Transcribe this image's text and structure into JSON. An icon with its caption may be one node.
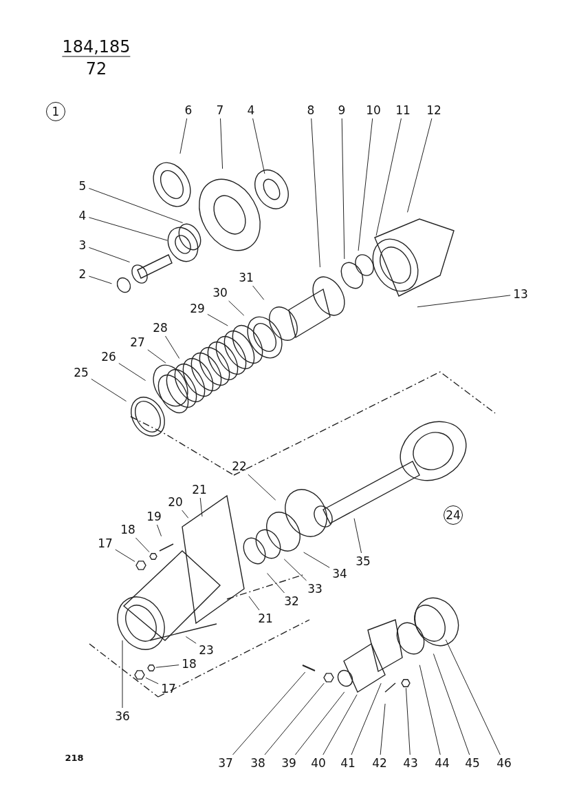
{
  "diagram": {
    "nodes": [
      {
        "text": [
          "1"
        ]
      },
      {
        "text": [
          "6"
        ]
      },
      {
        "text": [
          "7"
        ]
      },
      {
        "text": [
          "4"
        ]
      },
      {
        "text": [
          "8"
        ]
      },
      {
        "text": [
          "9"
        ]
      },
      {
        "text": [
          "10"
        ]
      },
      {
        "text": [
          "11"
        ]
      },
      {
        "text": [
          "12"
        ]
      },
      {
        "text": [
          "5"
        ]
      },
      {
        "text": [
          "4"
        ]
      },
      {
        "text": [
          "3"
        ]
      },
      {
        "text": [
          "2"
        ]
      },
      {
        "text": [
          "13"
        ]
      },
      {
        "text": [
          "31"
        ]
      },
      {
        "text": [
          "30"
        ]
      },
      {
        "text": [
          "29"
        ]
      },
      {
        "text": [
          "28"
        ]
      },
      {
        "text": [
          "27"
        ]
      },
      {
        "text": [
          "26"
        ]
      },
      {
        "text": [
          "25"
        ]
      },
      {
        "text": [
          "22"
        ]
      },
      {
        "text": [
          "21"
        ]
      },
      {
        "text": [
          "20"
        ]
      },
      {
        "text": [
          "19"
        ]
      },
      {
        "text": [
          "18"
        ]
      },
      {
        "text": [
          "17"
        ]
      },
      {
        "text": [
          "24"
        ]
      },
      {
        "text": [
          "35"
        ]
      },
      {
        "text": [
          "34"
        ]
      },
      {
        "text": [
          "33"
        ]
      },
      {
        "text": [
          "32"
        ]
      },
      {
        "text": [
          "21"
        ]
      },
      {
        "text": [
          "23"
        ]
      },
      {
        "text": [
          "18"
        ]
      },
      {
        "text": [
          "17"
        ]
      },
      {
        "text": [
          "36"
        ]
      },
      {
        "text": [
          "37"
        ]
      },
      {
        "text": [
          "38"
        ]
      },
      {
        "text": [
          "39"
        ]
      },
      {
        "text": [
          "40"
        ]
      },
      {
        "text": [
          "41"
        ]
      },
      {
        "text": [
          "42"
        ]
      },
      {
        "text": [
          "43"
        ]
      },
      {
        "text": [
          "44"
        ]
      },
      {
        "text": [
          "45"
        ]
      },
      {
        "text": [
          "46"
        ]
      },
      {
        "text": [],
        "shape": "hexagon"
      },
      {
        "text": [],
        "shape": "hexagon"
      },
      {
        "text": [],
        "shape": "hexagon"
      },
      {
        "text": [],
        "shape": "hexagon"
      },
      {
        "text": [],
        "shape": "bar"
      },
      {
        "text": [],
        "shape": "hexagon"
      },
      {
        "text": [],
        "shape": "hexagon"
      }
    ],
    "edges": [
      {
        "from": 1,
        "to": null,
        "arrow": "none"
      },
      {
        "from": 2,
        "to": null,
        "arrow": "none"
      },
      {
        "from": 3,
        "to": null,
        "arrow": "none"
      },
      {
        "from": 4,
        "to": null,
        "arrow": "none"
      },
      {
        "from": 5,
        "to": null,
        "arrow": "none"
      },
      {
        "from": 6,
        "to": null,
        "arrow": "none"
      },
      {
        "from": 7,
        "to": null,
        "arrow": "none"
      },
      {
        "from": 8,
        "to": null,
        "arrow": "none"
      },
      {
        "from": 9,
        "to": null,
        "arrow": "none"
      },
      {
        "from": 10,
        "to": null,
        "arrow": "none"
      },
      {
        "from": 11,
        "to": null,
        "arrow": "none"
      },
      {
        "from": 12,
        "to": null,
        "arrow": "none"
      },
      {
        "from": 13,
        "to": null,
        "arrow": "none"
      },
      {
        "from": 14,
        "to": null,
        "arrow": "none"
      },
      {
        "from": 15,
        "to": null,
        "arrow": "none"
      },
      {
        "from": 16,
        "to": null,
        "arrow": "none"
      },
      {
        "from": 17,
        "to": null,
        "arrow": "none"
      },
      {
        "from": 18,
        "to": null,
        "arrow": "none"
      },
      {
        "from": 19,
        "to": null,
        "arrow": "none"
      },
      {
        "from": 20,
        "to": null,
        "arrow": "none"
      },
      {
        "from": 21,
        "to": null,
        "arrow": "none"
      },
      {
        "from": 22,
        "to": null,
        "arrow": "none"
      },
      {
        "from": 23,
        "to": null,
        "arrow": "none"
      },
      {
        "from": 24,
        "to": null,
        "arrow": "none"
      },
      {
        "from": 25,
        "to": 48,
        "arrow": "none"
      },
      {
        "from": 26,
        "to": 47,
        "arrow": "none"
      },
      {
        "from": 28,
        "to": null,
        "arrow": "none"
      },
      {
        "from": 29,
        "to": null,
        "arrow": "none"
      },
      {
        "from": 30,
        "to": null,
        "arrow": "none"
      },
      {
        "from": 31,
        "to": null,
        "arrow": "none"
      },
      {
        "from": 32,
        "to": null,
        "arrow": "none"
      },
      {
        "from": 33,
        "to": null,
        "arrow": "none"
      },
      {
        "from": 34,
        "to": 50,
        "arrow": "none"
      },
      {
        "from": 35,
        "to": 49,
        "arrow": "none"
      },
      {
        "from": 36,
        "to": null,
        "arrow": "none"
      },
      {
        "from": 37,
        "to": 51,
        "arrow": "none"
      },
      {
        "from": 38,
        "to": 52,
        "arrow": "none"
      },
      {
        "from": 39,
        "to": null,
        "arrow": "none"
      },
      {
        "from": 40,
        "to": null,
        "arrow": "none"
      },
      {
        "from": 41,
        "to": null,
        "arrow": "none"
      },
      {
        "from": 42,
        "to": null,
        "arrow": "none"
      },
      {
        "from": 43,
        "to": 53,
        "arrow": "none"
      },
      {
        "from": 44,
        "to": null,
        "arrow": "none"
      },
      {
        "from": 45,
        "to": null,
        "arrow": "none"
      },
      {
        "from": 46,
        "to": null,
        "arrow": "none"
      }
    ],
    "labels": [
      "184,185",
      "72",
      "218"
    ]
  }
}
